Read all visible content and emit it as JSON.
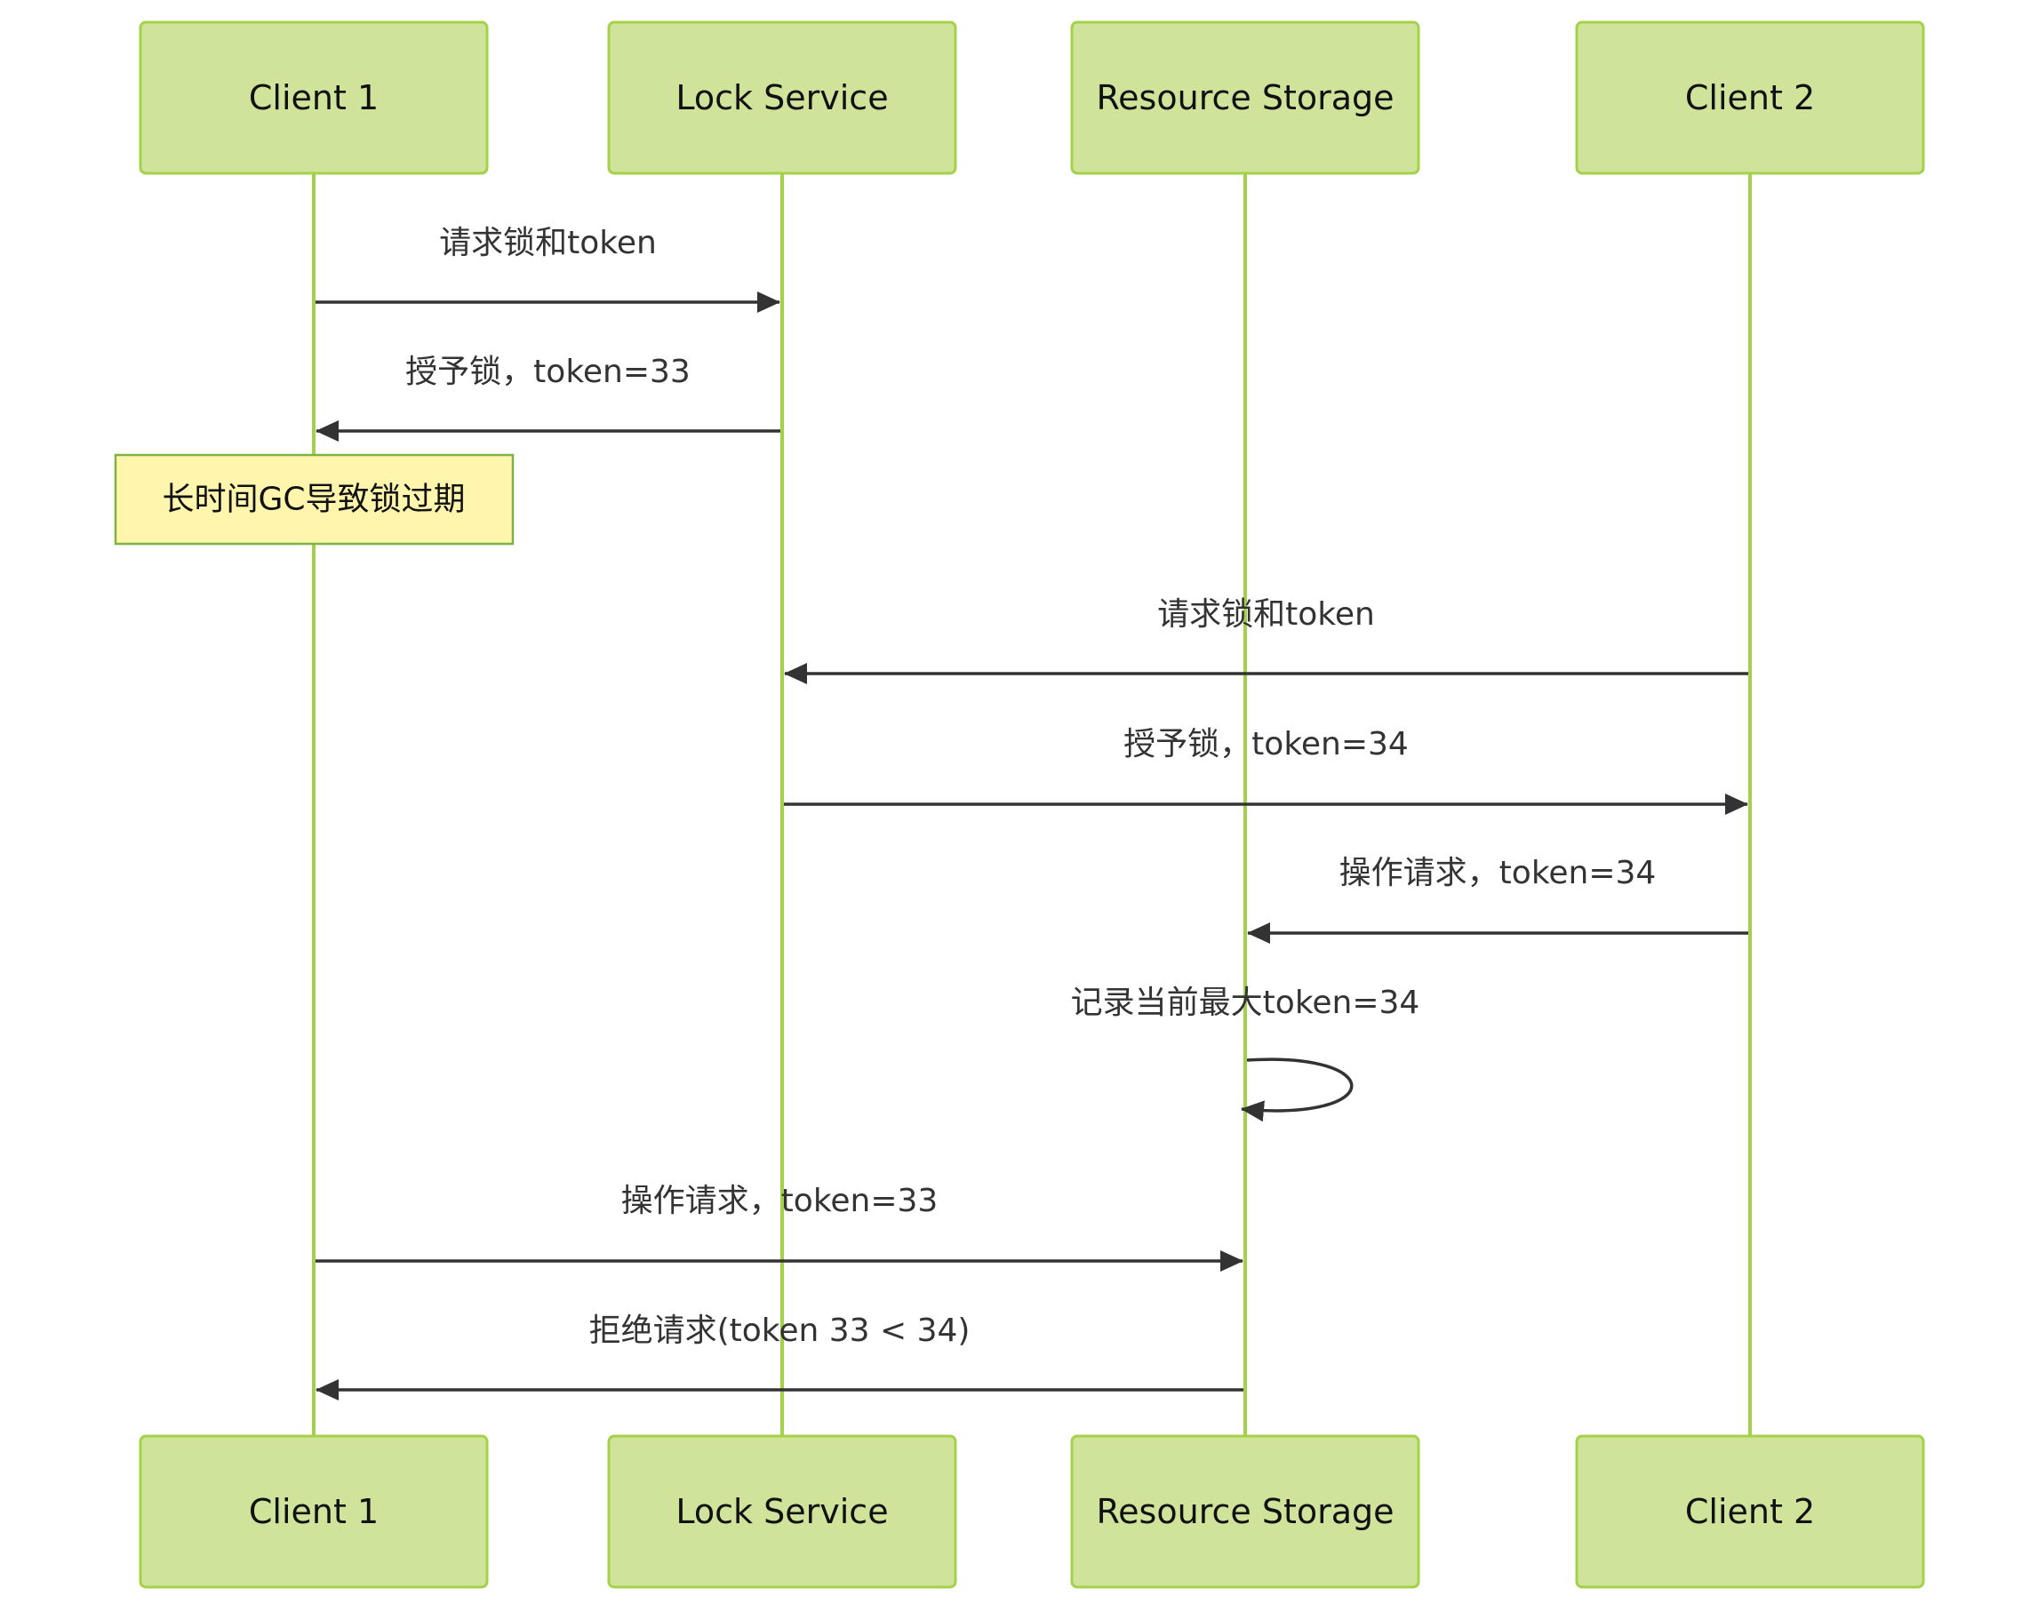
{
  "participants": [
    "Client 1",
    "Lock Service",
    "Resource Storage",
    "Client 2"
  ],
  "messages": [
    {
      "from": 0,
      "to": 1,
      "label": "请求锁和token"
    },
    {
      "from": 1,
      "to": 0,
      "label": "授予锁，token=33"
    },
    {
      "from": 3,
      "to": 1,
      "label": "请求锁和token"
    },
    {
      "from": 1,
      "to": 3,
      "label": "授予锁，token=34"
    },
    {
      "from": 3,
      "to": 2,
      "label": "操作请求，token=34"
    },
    {
      "from": 2,
      "to": 2,
      "label": "记录当前最大token=34"
    },
    {
      "from": 0,
      "to": 2,
      "label": "操作请求，token=33"
    },
    {
      "from": 2,
      "to": 0,
      "label": "拒绝请求(token 33 < 34)"
    }
  ],
  "note": {
    "over": 0,
    "text": "长时间GC导致锁过期"
  },
  "colors": {
    "actor_fill": "#cfe39a",
    "actor_border": "#a4d14a",
    "note_fill": "#fff5ad",
    "line": "#333333"
  }
}
